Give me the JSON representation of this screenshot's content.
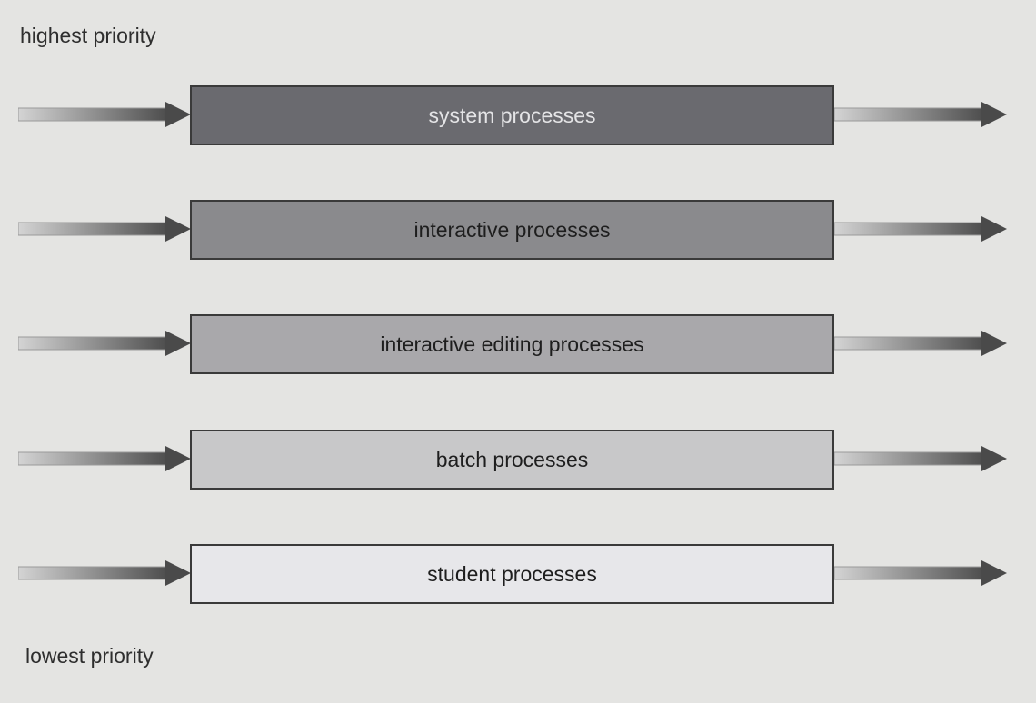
{
  "labels": {
    "highest": "highest priority",
    "lowest": "lowest priority"
  },
  "queues": [
    {
      "name": "system processes",
      "fill": "#6a6a6f",
      "text_color": "#e4e4e6"
    },
    {
      "name": "interactive processes",
      "fill": "#8a8a8d",
      "text_color": "#1e1e1e"
    },
    {
      "name": "interactive editing processes",
      "fill": "#a9a8ab",
      "text_color": "#1e1e1e"
    },
    {
      "name": "batch processes",
      "fill": "#c8c8c9",
      "text_color": "#1e1e1e"
    },
    {
      "name": "student processes",
      "fill": "#e7e7ea",
      "text_color": "#1e1e1e"
    }
  ],
  "colors": {
    "background": "#e4e4e2",
    "arrow": "#5a5a5a",
    "box_border": "#3a3a3a"
  }
}
